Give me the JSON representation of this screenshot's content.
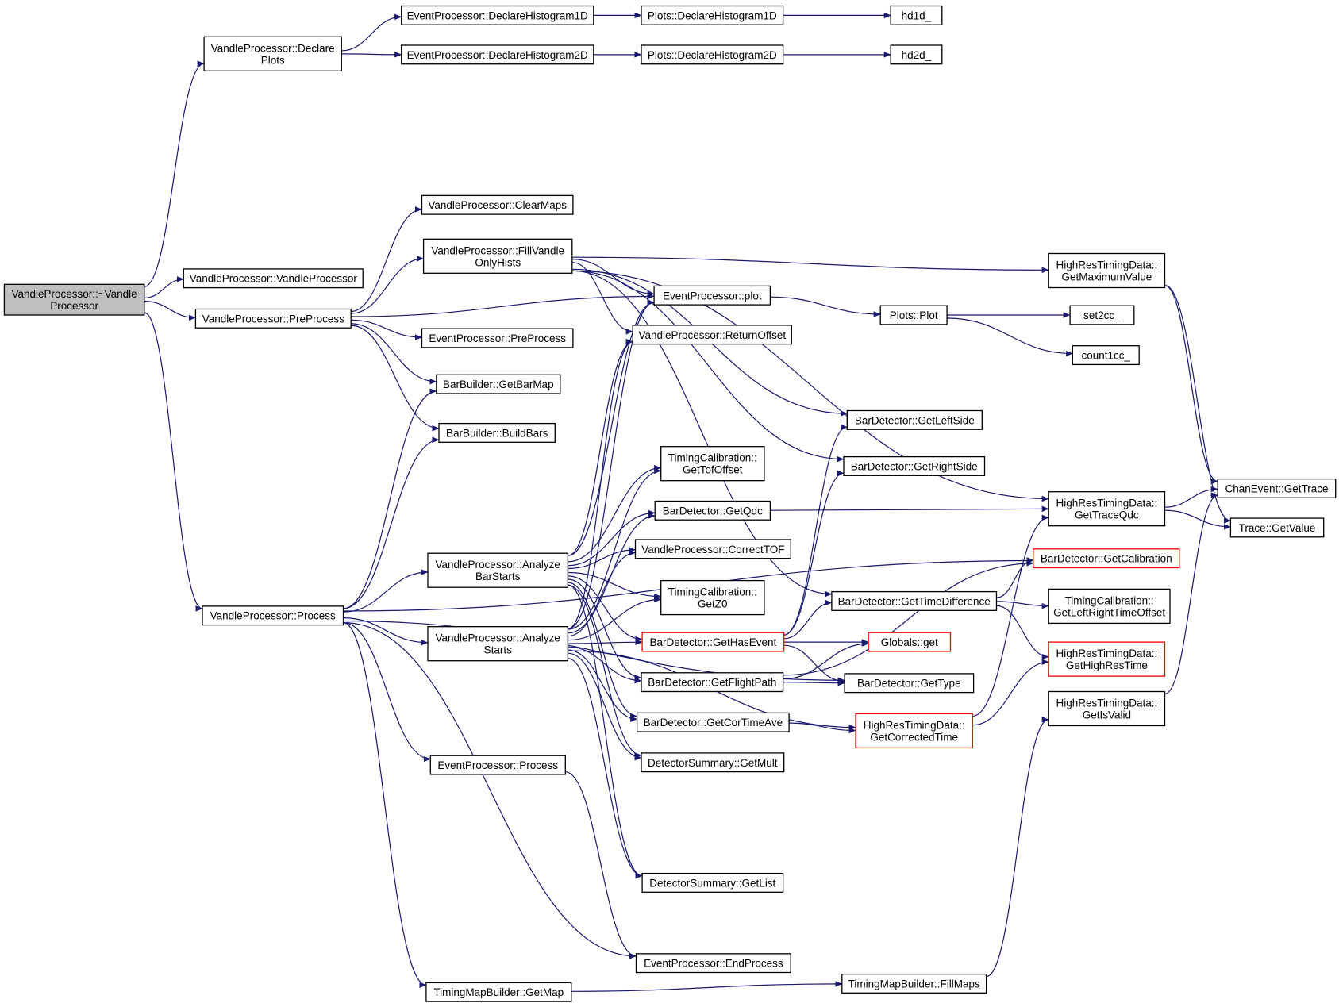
{
  "colors": {
    "edge": "#191970",
    "node_border": "#000000",
    "node_border_incomplete": "#ff0000",
    "node_fill": "#ffffff",
    "root_fill": "#bfbfbf"
  },
  "nodes": [
    {
      "id": "root",
      "lines": [
        "VandleProcessor::~Vandle",
        "Processor"
      ],
      "style": "root"
    },
    {
      "id": "declarePlots",
      "lines": [
        "VandleProcessor::Declare",
        "Plots"
      ],
      "style": "normal"
    },
    {
      "id": "vandleCtor",
      "lines": [
        "VandleProcessor::VandleProcessor"
      ],
      "style": "normal"
    },
    {
      "id": "vpPreProcess",
      "lines": [
        "VandleProcessor::PreProcess"
      ],
      "style": "normal"
    },
    {
      "id": "vpProcess",
      "lines": [
        "VandleProcessor::Process"
      ],
      "style": "normal"
    },
    {
      "id": "epDeclH1",
      "lines": [
        "EventProcessor::DeclareHistogram1D"
      ],
      "style": "normal"
    },
    {
      "id": "epDeclH2",
      "lines": [
        "EventProcessor::DeclareHistogram2D"
      ],
      "style": "normal"
    },
    {
      "id": "plDeclH1",
      "lines": [
        "Plots::DeclareHistogram1D"
      ],
      "style": "normal"
    },
    {
      "id": "plDeclH2",
      "lines": [
        "Plots::DeclareHistogram2D"
      ],
      "style": "normal"
    },
    {
      "id": "hd1d",
      "lines": [
        "hd1d_"
      ],
      "style": "normal"
    },
    {
      "id": "hd2d",
      "lines": [
        "hd2d_"
      ],
      "style": "normal"
    },
    {
      "id": "clearMaps",
      "lines": [
        "VandleProcessor::ClearMaps"
      ],
      "style": "normal"
    },
    {
      "id": "fillVandle",
      "lines": [
        "VandleProcessor::FillVandle",
        "OnlyHists"
      ],
      "style": "normal"
    },
    {
      "id": "epPreProcess",
      "lines": [
        "EventProcessor::PreProcess"
      ],
      "style": "normal"
    },
    {
      "id": "getBarMap",
      "lines": [
        "BarBuilder::GetBarMap"
      ],
      "style": "normal"
    },
    {
      "id": "buildBars",
      "lines": [
        "BarBuilder::BuildBars"
      ],
      "style": "normal"
    },
    {
      "id": "analyzeBar",
      "lines": [
        "VandleProcessor::Analyze",
        "BarStarts"
      ],
      "style": "normal"
    },
    {
      "id": "analyzeStarts",
      "lines": [
        "VandleProcessor::Analyze",
        "Starts"
      ],
      "style": "normal"
    },
    {
      "id": "epProcess",
      "lines": [
        "EventProcessor::Process"
      ],
      "style": "normal"
    },
    {
      "id": "getMap",
      "lines": [
        "TimingMapBuilder::GetMap"
      ],
      "style": "normal"
    },
    {
      "id": "epPlot",
      "lines": [
        "EventProcessor::plot"
      ],
      "style": "normal"
    },
    {
      "id": "returnOffset",
      "lines": [
        "VandleProcessor::ReturnOffset"
      ],
      "style": "normal"
    },
    {
      "id": "getTofOffset",
      "lines": [
        "TimingCalibration::",
        "GetTofOffset"
      ],
      "style": "normal"
    },
    {
      "id": "getQdc",
      "lines": [
        "BarDetector::GetQdc"
      ],
      "style": "normal"
    },
    {
      "id": "correctTOF",
      "lines": [
        "VandleProcessor::CorrectTOF"
      ],
      "style": "normal"
    },
    {
      "id": "getZ0",
      "lines": [
        "TimingCalibration::",
        "GetZ0"
      ],
      "style": "normal"
    },
    {
      "id": "getHasEvent",
      "lines": [
        "BarDetector::GetHasEvent"
      ],
      "style": "red"
    },
    {
      "id": "getFlightPath",
      "lines": [
        "BarDetector::GetFlightPath"
      ],
      "style": "normal"
    },
    {
      "id": "getCorTimeAve",
      "lines": [
        "BarDetector::GetCorTimeAve"
      ],
      "style": "normal"
    },
    {
      "id": "getMult",
      "lines": [
        "DetectorSummary::GetMult"
      ],
      "style": "normal"
    },
    {
      "id": "getList",
      "lines": [
        "DetectorSummary::GetList"
      ],
      "style": "normal"
    },
    {
      "id": "endProcess",
      "lines": [
        "EventProcessor::EndProcess"
      ],
      "style": "normal"
    },
    {
      "id": "plotsPlot",
      "lines": [
        "Plots::Plot"
      ],
      "style": "normal"
    },
    {
      "id": "getLeftSide",
      "lines": [
        "BarDetector::GetLeftSide"
      ],
      "style": "normal"
    },
    {
      "id": "getRightSide",
      "lines": [
        "BarDetector::GetRightSide"
      ],
      "style": "normal"
    },
    {
      "id": "getTimeDiff",
      "lines": [
        "BarDetector::GetTimeDifference"
      ],
      "style": "normal"
    },
    {
      "id": "globalsGet",
      "lines": [
        "Globals::get"
      ],
      "style": "red"
    },
    {
      "id": "getType",
      "lines": [
        "BarDetector::GetType"
      ],
      "style": "normal"
    },
    {
      "id": "getCorrectedTime",
      "lines": [
        "HighResTimingData::",
        "GetCorrectedTime"
      ],
      "style": "red"
    },
    {
      "id": "fillMaps",
      "lines": [
        "TimingMapBuilder::FillMaps"
      ],
      "style": "normal"
    },
    {
      "id": "set2cc",
      "lines": [
        "set2cc_"
      ],
      "style": "normal"
    },
    {
      "id": "count1cc",
      "lines": [
        "count1cc_"
      ],
      "style": "normal"
    },
    {
      "id": "getMaxValue",
      "lines": [
        "HighResTimingData::",
        "GetMaximumValue"
      ],
      "style": "normal"
    },
    {
      "id": "getTraceQdc",
      "lines": [
        "HighResTimingData::",
        "GetTraceQdc"
      ],
      "style": "normal"
    },
    {
      "id": "getCalibration",
      "lines": [
        "BarDetector::GetCalibration"
      ],
      "style": "red"
    },
    {
      "id": "getLRTimeOffset",
      "lines": [
        "TimingCalibration::",
        "GetLeftRightTimeOffset"
      ],
      "style": "normal"
    },
    {
      "id": "getHighResTime",
      "lines": [
        "HighResTimingData::",
        "GetHighResTime"
      ],
      "style": "red"
    },
    {
      "id": "getIsValid",
      "lines": [
        "HighResTimingData::",
        "GetIsValid"
      ],
      "style": "normal"
    },
    {
      "id": "chanGetTrace",
      "lines": [
        "ChanEvent::GetTrace"
      ],
      "style": "normal"
    },
    {
      "id": "traceGetValue",
      "lines": [
        "Trace::GetValue"
      ],
      "style": "normal"
    }
  ],
  "edges": [
    [
      "root",
      "declarePlots"
    ],
    [
      "root",
      "vandleCtor"
    ],
    [
      "root",
      "vpPreProcess"
    ],
    [
      "root",
      "vpProcess"
    ],
    [
      "declarePlots",
      "epDeclH1"
    ],
    [
      "declarePlots",
      "epDeclH2"
    ],
    [
      "epDeclH1",
      "plDeclH1"
    ],
    [
      "epDeclH2",
      "plDeclH2"
    ],
    [
      "plDeclH1",
      "hd1d"
    ],
    [
      "plDeclH2",
      "hd2d"
    ],
    [
      "vpPreProcess",
      "clearMaps"
    ],
    [
      "vpPreProcess",
      "fillVandle"
    ],
    [
      "vpPreProcess",
      "epPlot"
    ],
    [
      "vpPreProcess",
      "epPreProcess"
    ],
    [
      "vpPreProcess",
      "getBarMap"
    ],
    [
      "vpPreProcess",
      "buildBars"
    ],
    [
      "fillVandle",
      "epPlot"
    ],
    [
      "fillVandle",
      "returnOffset"
    ],
    [
      "fillVandle",
      "getLeftSide"
    ],
    [
      "fillVandle",
      "getRightSide"
    ],
    [
      "fillVandle",
      "getTimeDiff"
    ],
    [
      "fillVandle",
      "getMaxValue"
    ],
    [
      "fillVandle",
      "getTraceQdc"
    ],
    [
      "vpProcess",
      "getBarMap"
    ],
    [
      "vpProcess",
      "buildBars"
    ],
    [
      "vpProcess",
      "analyzeBar"
    ],
    [
      "vpProcess",
      "analyzeStarts"
    ],
    [
      "vpProcess",
      "epProcess"
    ],
    [
      "vpProcess",
      "endProcess"
    ],
    [
      "vpProcess",
      "getMap"
    ],
    [
      "vpProcess",
      "getCalibration"
    ],
    [
      "vpProcess",
      "getType"
    ],
    [
      "analyzeBar",
      "epPlot"
    ],
    [
      "analyzeBar",
      "returnOffset"
    ],
    [
      "analyzeBar",
      "getTofOffset"
    ],
    [
      "analyzeBar",
      "getQdc"
    ],
    [
      "analyzeBar",
      "correctTOF"
    ],
    [
      "analyzeBar",
      "getZ0"
    ],
    [
      "analyzeBar",
      "getHasEvent"
    ],
    [
      "analyzeBar",
      "getFlightPath"
    ],
    [
      "analyzeBar",
      "getCorTimeAve"
    ],
    [
      "analyzeBar",
      "getMult"
    ],
    [
      "analyzeBar",
      "getList"
    ],
    [
      "analyzeStarts",
      "epPlot"
    ],
    [
      "analyzeStarts",
      "returnOffset"
    ],
    [
      "analyzeStarts",
      "getTofOffset"
    ],
    [
      "analyzeStarts",
      "getQdc"
    ],
    [
      "analyzeStarts",
      "correctTOF"
    ],
    [
      "analyzeStarts",
      "getZ0"
    ],
    [
      "analyzeStarts",
      "getHasEvent"
    ],
    [
      "analyzeStarts",
      "getFlightPath"
    ],
    [
      "analyzeStarts",
      "getCorTimeAve"
    ],
    [
      "analyzeStarts",
      "getMult"
    ],
    [
      "analyzeStarts",
      "getList"
    ],
    [
      "analyzeStarts",
      "getCorrectedTime"
    ],
    [
      "epProcess",
      "endProcess"
    ],
    [
      "getMap",
      "fillMaps"
    ],
    [
      "epPlot",
      "plotsPlot"
    ],
    [
      "plotsPlot",
      "set2cc"
    ],
    [
      "plotsPlot",
      "count1cc"
    ],
    [
      "getQdc",
      "getTraceQdc"
    ],
    [
      "getHasEvent",
      "getLeftSide"
    ],
    [
      "getHasEvent",
      "getRightSide"
    ],
    [
      "getHasEvent",
      "getTimeDiff"
    ],
    [
      "getHasEvent",
      "globalsGet"
    ],
    [
      "getHasEvent",
      "getType"
    ],
    [
      "getFlightPath",
      "globalsGet"
    ],
    [
      "getFlightPath",
      "getType"
    ],
    [
      "getFlightPath",
      "getCalibration"
    ],
    [
      "getCorTimeAve",
      "getCorrectedTime"
    ],
    [
      "getTimeDiff",
      "getCalibration"
    ],
    [
      "getTimeDiff",
      "getLRTimeOffset"
    ],
    [
      "getTimeDiff",
      "getHighResTime"
    ],
    [
      "getCorrectedTime",
      "getHighResTime"
    ],
    [
      "getCorrectedTime",
      "getTraceQdc"
    ],
    [
      "fillMaps",
      "getIsValid"
    ],
    [
      "getMaxValue",
      "chanGetTrace"
    ],
    [
      "getMaxValue",
      "traceGetValue"
    ],
    [
      "getTraceQdc",
      "chanGetTrace"
    ],
    [
      "getTraceQdc",
      "traceGetValue"
    ],
    [
      "getIsValid",
      "chanGetTrace"
    ]
  ]
}
